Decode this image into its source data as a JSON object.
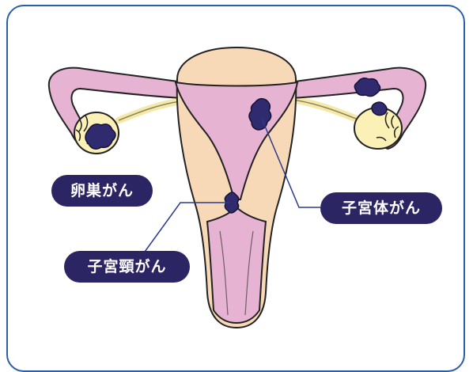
{
  "labels": {
    "ovarian_cancer": "卵巣がん",
    "uterine_body_cancer": "子宮体がん",
    "cervical_cancer": "子宮頸がん"
  },
  "colors": {
    "frame_border": "#2a5fa8",
    "label_bg": "#2b2564",
    "label_text": "#ffffff",
    "uterus_outer": "#f7d9b8",
    "uterus_inner": "#e6b3d3",
    "ovary": "#fbf1b6",
    "ligament": "#f6e9a8",
    "tumor": "#2f2b6e",
    "leader_line": "#2b3a8c"
  }
}
